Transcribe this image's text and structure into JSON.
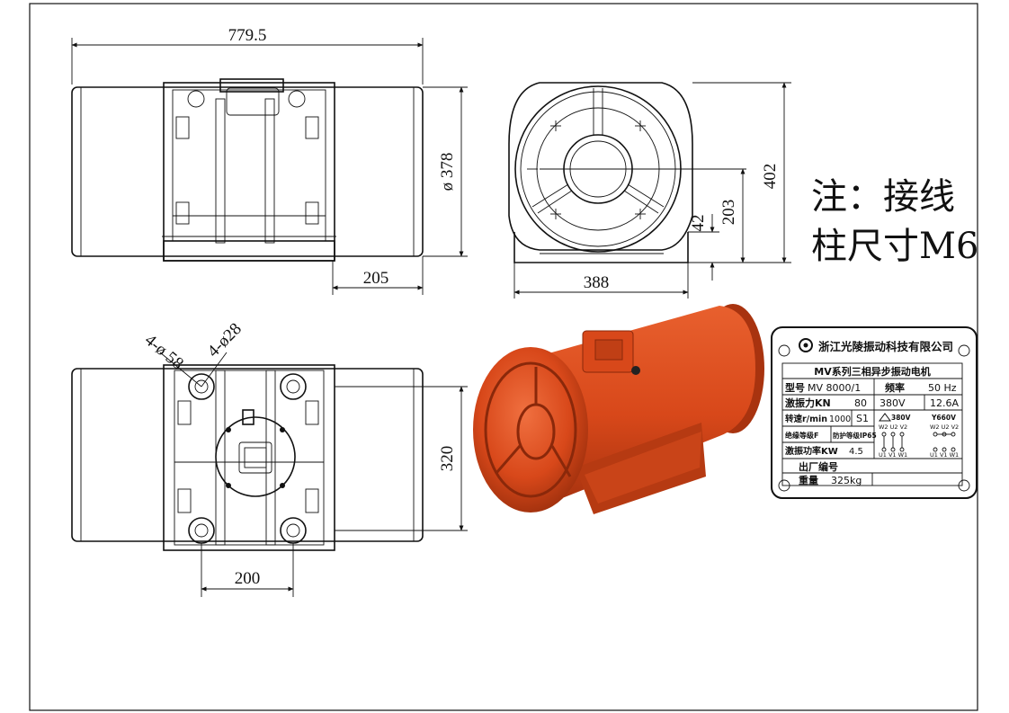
{
  "dimensions": {
    "overall_length": "779.5",
    "diameter": "ø 378",
    "side_offset": "205",
    "height": "402",
    "shaft_height": "203",
    "foot_height": "42",
    "foot_width": "388",
    "hole_big": "4-ø 58",
    "hole_small": "4-ø28",
    "mount_width": "320",
    "mount_length": "200"
  },
  "note": {
    "line1": "注：接线",
    "line2": "柱尺寸M6"
  },
  "nameplate": {
    "company": "浙江光陵振动科技有限公司",
    "product": "MV系列三相异步振动电机",
    "model_label": "型号",
    "model_value": "MV 8000/1",
    "freq_label": "频率",
    "freq_value": "50 Hz",
    "force_label": "激振力KN",
    "force_value": "80",
    "voltage": "380V",
    "current": "12.6A",
    "speed_label": "转速r/min",
    "speed_value": "1000",
    "duty": "S1",
    "delta_label": "380V",
    "star_label": "Y660V",
    "terminals_top": "W2 U2 V2",
    "terminals_bottom": "U1 V1 W1",
    "insulation": "绝缘等级F",
    "protection": "防护等级IP65",
    "power_label": "激振功率KW",
    "power_value": "4.5",
    "serial_label": "出厂编号",
    "weight_label": "重量",
    "weight_value": "325kg"
  },
  "colors": {
    "motor_body": "#d8481a",
    "motor_shade": "#a8330f",
    "line": "#111111"
  }
}
